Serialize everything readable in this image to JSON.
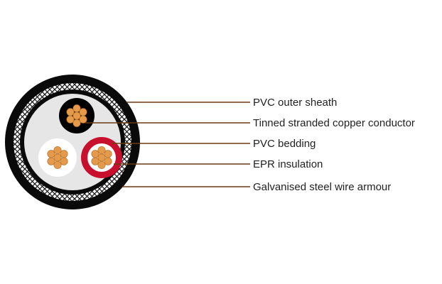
{
  "diagram": {
    "labels": {
      "outer_sheath": "PVC outer sheath",
      "conductor": "Tinned stranded copper conductor",
      "bedding": "PVC bedding",
      "insulation": "EPR insulation",
      "armour": "Galvanised steel wire armour"
    },
    "colors": {
      "sheath": "#0a0a0a",
      "armour_base": "#ffffff",
      "armour_hatch": "#1a1a1a",
      "bedding": "#e6e6e6",
      "core_black": "#000000",
      "core_white": "#ffffff",
      "core_red": "#c8102e",
      "copper": "#e59a4b",
      "copper_edge": "#b06a20",
      "leader_line": "#6b3a12",
      "label_text": "#222222"
    },
    "icons": {
      "cable": "cable-cross-section-icon"
    }
  }
}
